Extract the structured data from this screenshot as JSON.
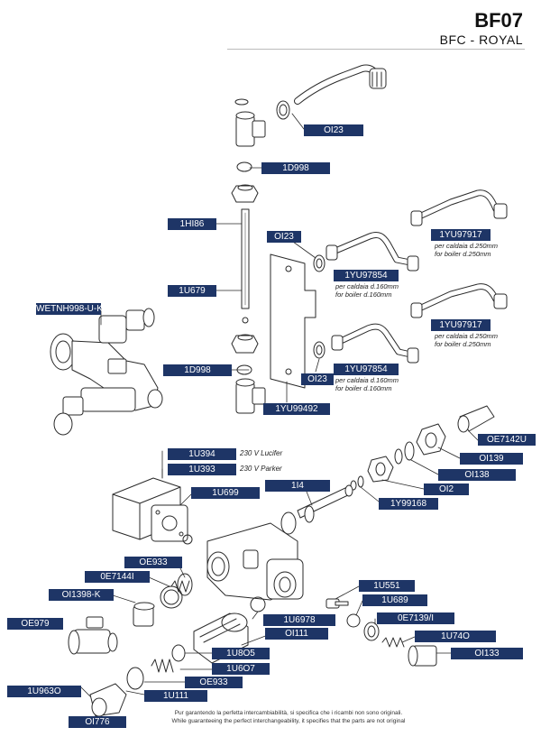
{
  "header": {
    "title": "BF07",
    "subtitle": "BFC - ROYAL"
  },
  "parts": {
    "oi23_top": "OI23",
    "1d998_top": "1D998",
    "1hi86": "1HI86",
    "oi23_mid": "OI23",
    "1yu97917_a": "1YU97917",
    "1yu97854_a": "1YU97854",
    "1u679": "1U679",
    "wetnh998": "WETNH998-U-K",
    "1yu97917_b": "1YU97917",
    "1d998_mid": "1D998",
    "1yu97854_b": "1YU97854",
    "oi23_low": "OI23",
    "1yu99492": "1YU99492",
    "oe7142u": "OE7142U",
    "1u394": "1U394",
    "oi139": "OI139",
    "1u393": "1U393",
    "oi138": "OI138",
    "1u699": "1U699",
    "1i4": "1I4",
    "oi2": "OI2",
    "1y99168": "1Y99168",
    "oe933_top": "OE933",
    "0e7144i": "0E7144I",
    "oi1398k": "OI1398-K",
    "1u551": "1U551",
    "1u689": "1U689",
    "oe979": "OE979",
    "1u6978": "1U6978",
    "0e7139i": "0E7139/I",
    "oi111": "OI111",
    "1u740": "1U74O",
    "1u805": "1U8O5",
    "oi133": "OI133",
    "1u607": "1U6O7",
    "oe933_low": "OE933",
    "1u9630": "1U963O",
    "1u111": "1U111",
    "oi776": "OI776"
  },
  "notes": {
    "n1_it": "per caldaia d.250mm",
    "n1_en": "for boiler d.250mm",
    "n2_it": "per caldaia d.160mm",
    "n2_en": "for boiler d.160mm",
    "n3_it": "per caldaia d.250mm",
    "n3_en": "for boiler d.250mm",
    "n4_it": "per caldaia d.160mm",
    "n4_en": "for boiler d.160mm",
    "v230_lucifer": "230 V Lucifer",
    "v230_parker": "230 V Parker"
  },
  "footer": {
    "line_it": "Pur garantendo la perfetta intercambiabilità, si specifica che i ricambi non sono originali.",
    "line_en": "While guaranteeing the perfect interchangeability, it specifies that the parts are not original"
  },
  "colors": {
    "label_bg": "#1e3566",
    "label_text": "#ffffff",
    "line": "#2a2a2a"
  }
}
